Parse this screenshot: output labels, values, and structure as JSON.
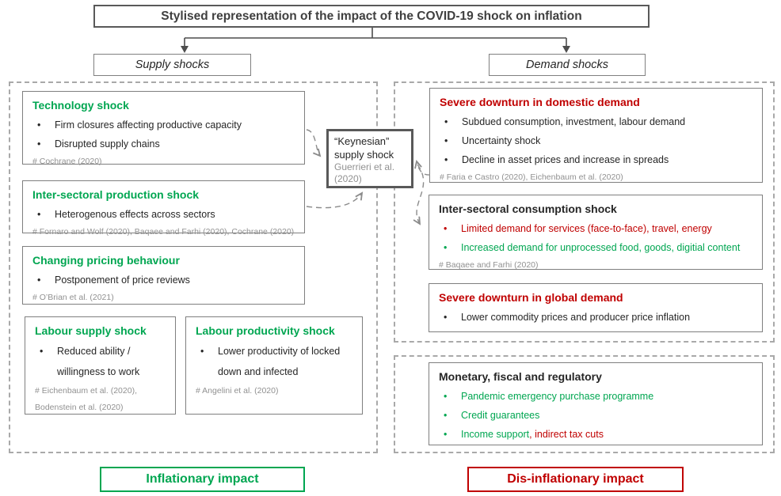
{
  "title": "Stylised representation of the impact of the COVID-19 shock on inflation",
  "branches": {
    "supply": "Supply shocks",
    "demand": "Demand shocks"
  },
  "colors": {
    "g": "#00a651",
    "r": "#c00000",
    "k": "#262626"
  },
  "keynesian": {
    "line1": "“Keynesian”",
    "line2": "supply shock",
    "ref1": "Guerrieri et al.",
    "ref2": "(2020)"
  },
  "supply_boxes": [
    {
      "title": "Technology shock",
      "title_color": "g",
      "bullets": [
        {
          "segs": [
            {
              "t": "Firm closures affecting productive capacity",
              "c": "k"
            }
          ]
        },
        {
          "segs": [
            {
              "t": "Disrupted supply chains",
              "c": "k"
            }
          ]
        }
      ],
      "ref": "# Cochrane (2020)"
    },
    {
      "title": "Inter-sectoral production shock",
      "title_color": "g",
      "bullets": [
        {
          "segs": [
            {
              "t": "Heterogenous effects across sectors",
              "c": "k"
            }
          ]
        }
      ],
      "ref": "# Fornaro and Wolf (2020), Baqaee and Farhi (2020), Cochrane (2020)"
    },
    {
      "title": "Changing pricing behaviour",
      "title_color": "g",
      "bullets": [
        {
          "segs": [
            {
              "t": "Postponement of price reviews",
              "c": "k"
            }
          ]
        }
      ],
      "ref": "# O’Brian et al. (2021)"
    },
    {
      "title": "Labour supply shock",
      "title_color": "g",
      "bullets": [
        {
          "segs": [
            {
              "t": "Reduced ability / willingness to work",
              "c": "k"
            }
          ]
        }
      ],
      "ref": "# Eichenbaum et al. (2020), Bodenstein et al. (2020)"
    },
    {
      "title": "Labour productivity shock",
      "title_color": "g",
      "bullets": [
        {
          "segs": [
            {
              "t": "Lower productivity of locked down and infected",
              "c": "k"
            }
          ]
        }
      ],
      "ref": "# Angelini et al. (2020)"
    }
  ],
  "demand_boxes": [
    {
      "title": "Severe downturn in domestic demand",
      "title_color": "r",
      "bullets": [
        {
          "segs": [
            {
              "t": "Subdued consumption, investment, labour demand",
              "c": "k"
            }
          ]
        },
        {
          "segs": [
            {
              "t": "Uncertainty shock",
              "c": "k"
            }
          ]
        },
        {
          "segs": [
            {
              "t": "Decline in asset prices and increase in spreads",
              "c": "k"
            }
          ]
        }
      ],
      "ref": "# Faria e Castro (2020), Eichenbaum et al. (2020)"
    },
    {
      "title": "Inter-sectoral consumption shock",
      "title_color": "k",
      "bullets": [
        {
          "segs": [
            {
              "t": "Limited demand for services (face-to-face), travel, energy",
              "c": "r"
            }
          ]
        },
        {
          "segs": [
            {
              "t": "Increased demand for unprocessed food, goods, digitial content",
              "c": "g"
            }
          ]
        }
      ],
      "ref": "# Baqaee and Farhi (2020)"
    },
    {
      "title": "Severe downturn in global demand",
      "title_color": "r",
      "bullets": [
        {
          "segs": [
            {
              "t": "Lower commodity prices and producer price inflation",
              "c": "k"
            }
          ]
        }
      ]
    }
  ],
  "policy_box": {
    "title": "Monetary, fiscal and regulatory",
    "title_color": "k",
    "bullets": [
      {
        "segs": [
          {
            "t": "Pandemic emergency purchase programme",
            "c": "g"
          }
        ]
      },
      {
        "segs": [
          {
            "t": "Credit guarantees",
            "c": "g"
          }
        ]
      },
      {
        "segs": [
          {
            "t": "Income support",
            "c": "g"
          },
          {
            "t": ", indirect tax cuts",
            "c": "r"
          }
        ]
      }
    ]
  },
  "footer": {
    "inflationary": "Inflationary impact",
    "disinflationary": "Dis-inflationary impact"
  }
}
